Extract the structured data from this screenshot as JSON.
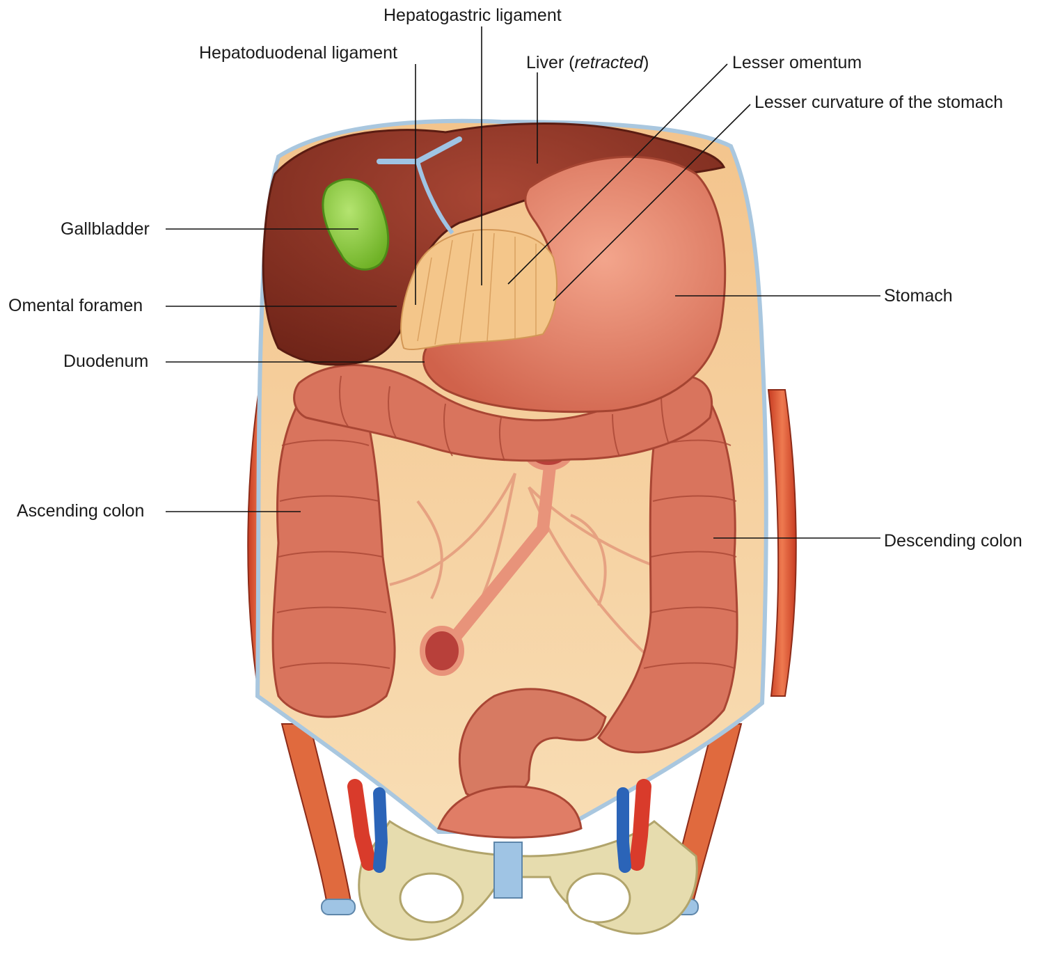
{
  "labels": {
    "hepatogastric_ligament": "Hepatogastric ligament",
    "hepatoduodenal_ligament": "Hepatoduodenal ligament",
    "liver_prefix": "Liver (",
    "liver_italic": "retracted",
    "liver_suffix": ")",
    "lesser_omentum": "Lesser omentum",
    "lesser_curvature": "Lesser curvature of the stomach",
    "gallbladder": "Gallbladder",
    "omental_foramen": "Omental foramen",
    "duodenum": "Duodenum",
    "stomach": "Stomach",
    "ascending_colon": "Ascending colon",
    "descending_colon": "Descending colon"
  },
  "colors": {
    "liver": "#8e3324",
    "stomach": "#e07a62",
    "colon": "#d9745d",
    "gallbladder": "#8fcf3f",
    "omentum": "#f4c68a",
    "cavity": "#f6d2a2",
    "muscle": "#d9502f",
    "bone": "#e9e1b4",
    "artery": "#d93b2b",
    "vein": "#2b64b8"
  }
}
